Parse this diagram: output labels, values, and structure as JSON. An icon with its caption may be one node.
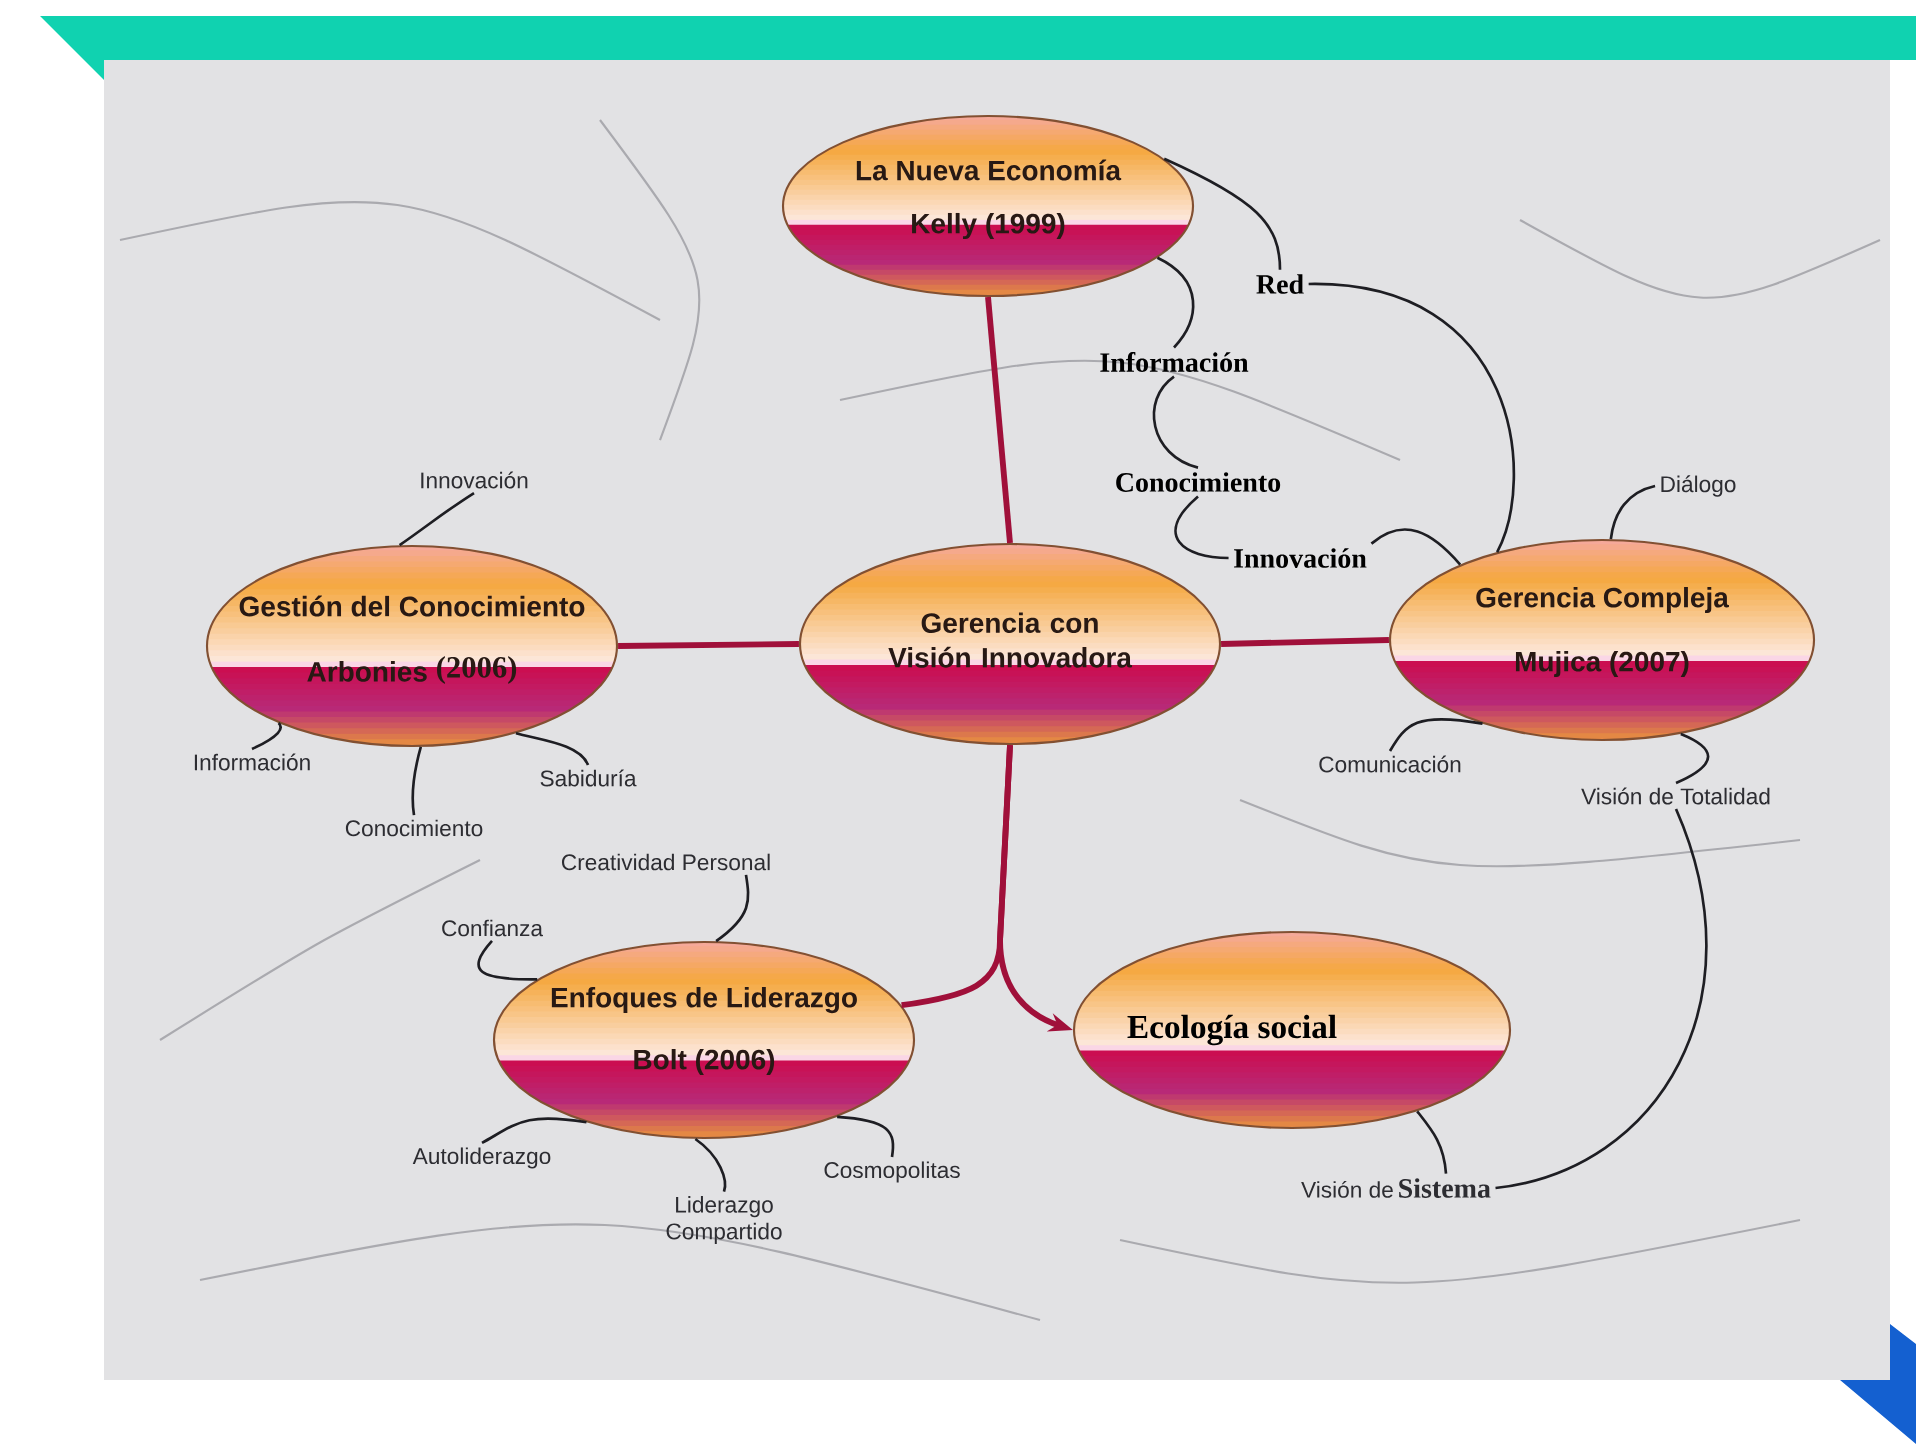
{
  "diagram": {
    "nodes": [
      {
        "text": [
          "Gerencia con Visión Innovadora"
        ]
      },
      {
        "text": [
          "La Nueva Economía",
          "Kelly (1999)"
        ]
      },
      {
        "text": [
          "Gestión del Conocimiento",
          "Arbonies",
          "(2006)"
        ]
      },
      {
        "text": [
          "Gerencia Compleja",
          "Mujica (2007)"
        ]
      },
      {
        "text": [
          "Enfoques de Liderazgo",
          "Bolt (2006)"
        ]
      },
      {
        "text": [
          "Ecología social"
        ]
      },
      {
        "text": [
          "Red"
        ]
      },
      {
        "text": [
          "Información"
        ]
      },
      {
        "text": [
          "Conocimiento"
        ]
      },
      {
        "text": [
          "Innovación"
        ]
      },
      {
        "text": [
          "Innovación"
        ]
      },
      {
        "text": [
          "Información"
        ]
      },
      {
        "text": [
          "Conocimiento"
        ]
      },
      {
        "text": [
          "Sabiduría"
        ]
      },
      {
        "text": [
          "Diálogo"
        ]
      },
      {
        "text": [
          "Comunicación"
        ]
      },
      {
        "text": [
          "Visión de Totalidad"
        ]
      },
      {
        "text": [
          "Creatividad Personal"
        ]
      },
      {
        "text": [
          "Confianza"
        ]
      },
      {
        "text": [
          "Autoliderazgo"
        ]
      },
      {
        "text": [
          "Liderazgo Compartido"
        ]
      },
      {
        "text": [
          "Cosmopolitas"
        ]
      },
      {
        "text": [
          "Visión de",
          "Sistema"
        ]
      }
    ],
    "edges": [
      {
        "from": 0,
        "to": 1,
        "arrow": "none",
        "style": "thick",
        "color": "#a0103a"
      },
      {
        "from": 0,
        "to": 2,
        "arrow": "none",
        "style": "thick",
        "color": "#a0103a"
      },
      {
        "from": 0,
        "to": 3,
        "arrow": "none",
        "style": "thick",
        "color": "#a0103a"
      },
      {
        "from": 0,
        "to": 4,
        "arrow": "none",
        "style": "thick",
        "color": "#a0103a"
      },
      {
        "from": 0,
        "to": 5,
        "arrow": "to",
        "style": "thick",
        "color": "#a0103a"
      },
      {
        "from": 1,
        "to": 6,
        "arrow": "none"
      },
      {
        "from": 1,
        "to": 7,
        "arrow": "none"
      },
      {
        "from": 7,
        "to": 8,
        "arrow": "none"
      },
      {
        "from": 8,
        "to": 9,
        "arrow": "none"
      },
      {
        "from": 9,
        "to": 3,
        "arrow": "none"
      },
      {
        "from": 6,
        "to": 3,
        "arrow": "none"
      },
      {
        "from": 10,
        "to": 2,
        "arrow": "none"
      },
      {
        "from": 11,
        "to": 2,
        "arrow": "none"
      },
      {
        "from": 12,
        "to": 2,
        "arrow": "none"
      },
      {
        "from": 13,
        "to": 2,
        "arrow": "none"
      },
      {
        "from": 14,
        "to": 3,
        "arrow": "none"
      },
      {
        "from": 15,
        "to": 3,
        "arrow": "none"
      },
      {
        "from": 16,
        "to": 3,
        "arrow": "none"
      },
      {
        "from": 17,
        "to": 4,
        "arrow": "none"
      },
      {
        "from": 18,
        "to": 4,
        "arrow": "none"
      },
      {
        "from": 19,
        "to": 4,
        "arrow": "none"
      },
      {
        "from": 20,
        "to": 4,
        "arrow": "none"
      },
      {
        "from": 21,
        "to": 4,
        "arrow": "none"
      },
      {
        "from": 5,
        "to": 22,
        "arrow": "none"
      },
      {
        "from": 16,
        "to": 22,
        "arrow": "none"
      }
    ]
  }
}
